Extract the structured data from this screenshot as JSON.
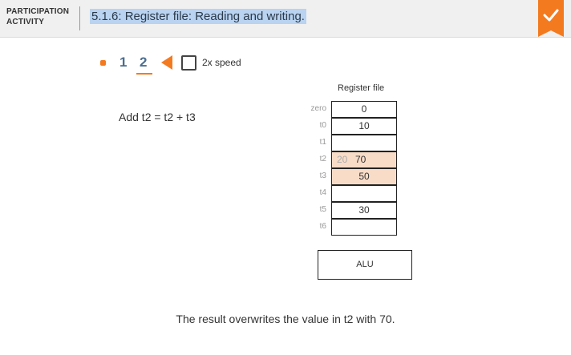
{
  "header": {
    "activity_label": "PARTICIPATION ACTIVITY",
    "title": "5.1.6: Register file: Reading and writing.",
    "completion_icon": "check-icon",
    "accent_color": "#f47a20"
  },
  "controls": {
    "steps": [
      "1",
      "2"
    ],
    "current_step": "2",
    "back_icon": "back-arrow-icon",
    "speed_label": "2x speed",
    "speed_checked": false
  },
  "instruction": "Add t2 = t2 + t3",
  "register_file": {
    "title": "Register file",
    "registers": [
      {
        "name": "zero",
        "value": "0",
        "old_value": "",
        "highlight": false
      },
      {
        "name": "t0",
        "value": "10",
        "old_value": "",
        "highlight": false
      },
      {
        "name": "t1",
        "value": "",
        "old_value": "",
        "highlight": false
      },
      {
        "name": "t2",
        "value": "70",
        "old_value": "20",
        "highlight": true
      },
      {
        "name": "t3",
        "value": "50",
        "old_value": "",
        "highlight": true
      },
      {
        "name": "t4",
        "value": "",
        "old_value": "",
        "highlight": false
      },
      {
        "name": "t5",
        "value": "30",
        "old_value": "",
        "highlight": false
      },
      {
        "name": "t6",
        "value": "",
        "old_value": "",
        "highlight": false
      }
    ],
    "highlight_color": "#f8dcc8"
  },
  "alu_label": "ALU",
  "caption": "The result overwrites the value in t2 with 70."
}
